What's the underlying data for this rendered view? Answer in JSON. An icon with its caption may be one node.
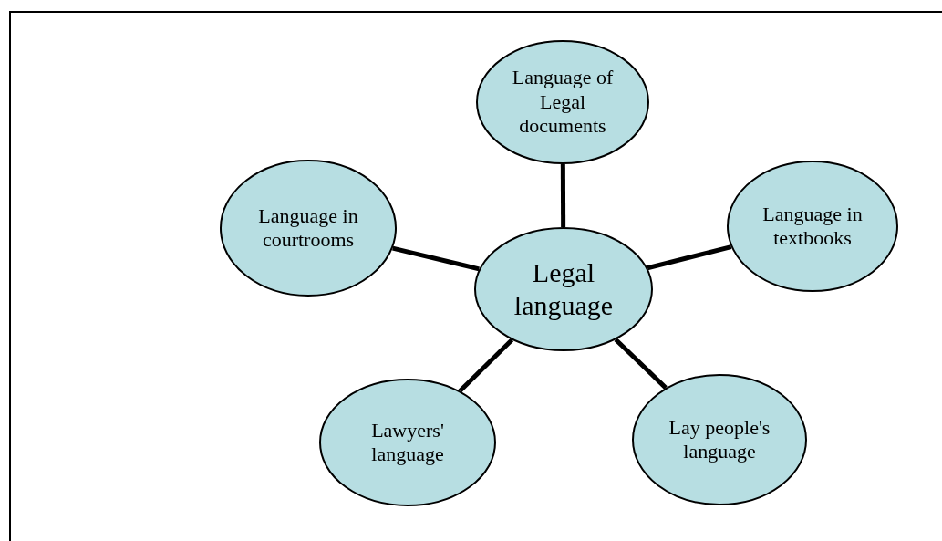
{
  "diagram": {
    "nodes": [
      {
        "text": [
          "Legal language"
        ]
      },
      {
        "text": [
          "Language of Legal documents"
        ]
      },
      {
        "text": [
          "Language in courtrooms"
        ]
      },
      {
        "text": [
          "Language in textbooks"
        ]
      },
      {
        "text": [
          "Lawyers' language"
        ]
      },
      {
        "text": [
          "Lay people's language"
        ]
      }
    ],
    "edges": [
      {
        "from": 0,
        "to": 1,
        "arrow": "none"
      },
      {
        "from": 0,
        "to": 2,
        "arrow": "none"
      },
      {
        "from": 0,
        "to": 3,
        "arrow": "none"
      },
      {
        "from": 0,
        "to": 4,
        "arrow": "none"
      },
      {
        "from": 0,
        "to": 5,
        "arrow": "none"
      }
    ]
  }
}
